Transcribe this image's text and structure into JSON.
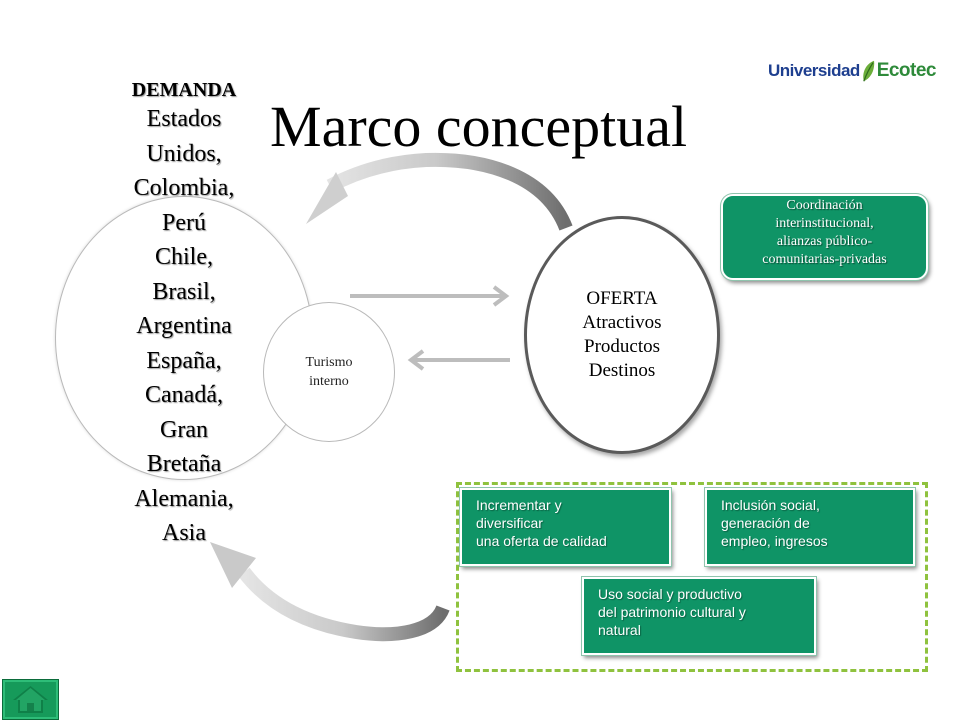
{
  "logo": {
    "left_text": "Universidad",
    "right_text": "Ecotec",
    "colors": {
      "blue": "#1e3f8f",
      "green": "#2e8a3a"
    }
  },
  "title": "Marco conceptual",
  "demand": {
    "heading": "DEMANDA",
    "lines": [
      "Estados",
      "Unidos,",
      "Colombia,",
      "Perú",
      "Chile,",
      "Brasil,",
      "Argentina",
      "España,",
      "Canadá,",
      "Gran",
      "Bretaña",
      "Alemania,",
      "Asia"
    ]
  },
  "turismo": {
    "line1": "Turismo",
    "line2": "interno"
  },
  "oferta": {
    "lines": [
      "OFERTA",
      "Atractivos",
      "Productos",
      "Destinos"
    ]
  },
  "coordination_box": {
    "lines": [
      "Coordinación",
      "interinstitucional,",
      "alianzas público-",
      "comunitarias-privadas"
    ]
  },
  "goals": [
    {
      "lines": [
        "Incrementar y",
        "diversificar",
        "una oferta de calidad"
      ]
    },
    {
      "lines": [
        "Inclusión social,",
        "generación de",
        "empleo, ingresos"
      ]
    },
    {
      "lines": [
        "Uso social y productivo",
        "del patrimonio cultural y",
        "natural"
      ]
    }
  ],
  "icons": {
    "home": "home-icon",
    "logo_leaf": "leaf-icon"
  },
  "colors": {
    "box_green": "#0f9466",
    "frame_green": "#8fc23e",
    "home_green": "#169a5a",
    "arrow_gray": "#bdbdbd"
  }
}
